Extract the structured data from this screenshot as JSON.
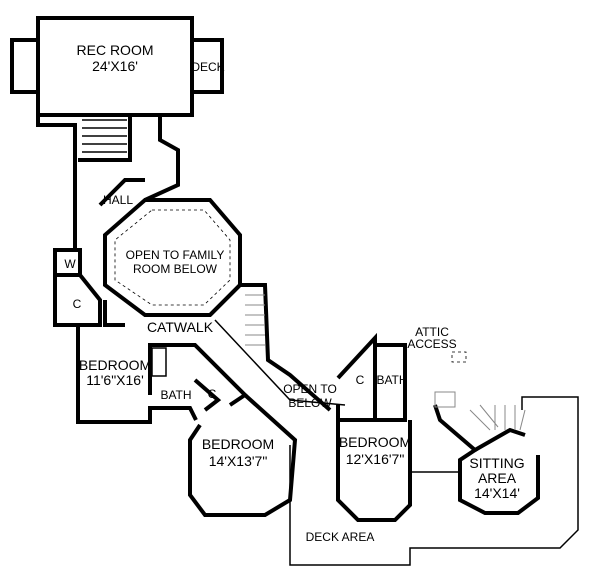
{
  "rooms": {
    "rec_room": {
      "name": "REC ROOM",
      "size": "24'X16'"
    },
    "deck": "DECK",
    "hall": "HALL",
    "washer": "W",
    "closet_1": "C",
    "open_family": {
      "line1": "OPEN TO FAMILY",
      "line2": "ROOM BELOW"
    },
    "catwalk": "CATWALK",
    "bedroom_1": {
      "name": "BEDROOM",
      "size": "11'6\"X16'"
    },
    "bath_1": "BATH",
    "closet_2": "C",
    "bedroom_2": {
      "name": "BEDROOM",
      "size": "14'X13'7\""
    },
    "open_below": {
      "line1": "OPEN TO",
      "line2": "BELOW"
    },
    "closet_3": "C",
    "bath_2": "BATH",
    "attic": {
      "line1": "ATTIC",
      "line2": "ACCESS"
    },
    "bedroom_3": {
      "name": "BEDROOM",
      "size": "12'X16'7\""
    },
    "sitting": {
      "line1": "SITTING",
      "line2": "AREA",
      "size": "14'X14'"
    },
    "deck_area": "DECK AREA"
  }
}
